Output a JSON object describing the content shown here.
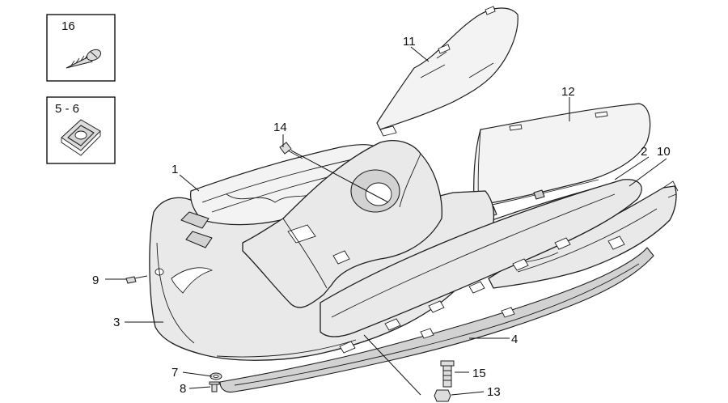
{
  "inset_boxes": [
    {
      "label": "16",
      "icon": "self-tapping-screw-icon"
    },
    {
      "label": "5 - 6",
      "icon": "speed-nut-clip-icon"
    }
  ],
  "callouts": {
    "c1": "1",
    "c2": "2",
    "c3": "3",
    "c4": "4",
    "c7": "7",
    "c8": "8",
    "c9": "9",
    "c10": "10",
    "c11": "11",
    "c12": "12",
    "c13": "13",
    "c14": "14",
    "c15": "15"
  }
}
